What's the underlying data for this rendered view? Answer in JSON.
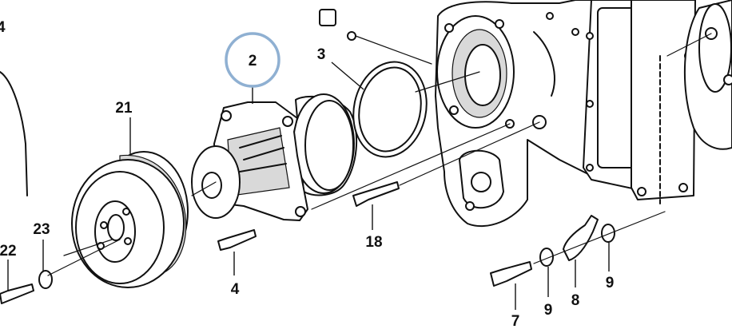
{
  "highlight": {
    "label": "2",
    "color": "#8fb0d2"
  },
  "callouts": {
    "c2": "2",
    "c3": "3",
    "c4a": "4",
    "c4b": "4",
    "c7": "7",
    "c8": "8",
    "c9a": "9",
    "c9b": "9",
    "c18": "18",
    "c21": "21",
    "c22": "22",
    "c23": "23"
  }
}
